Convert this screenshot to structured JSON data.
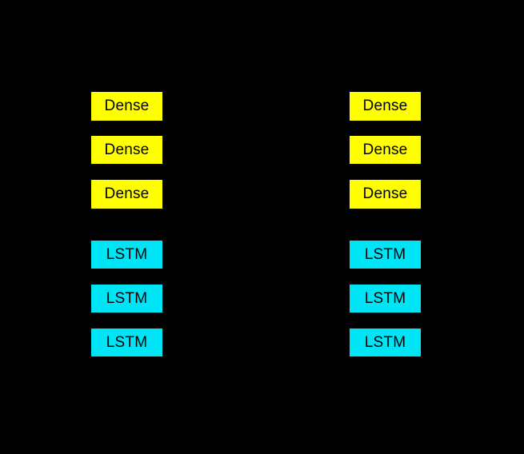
{
  "diagram": {
    "type": "neural-network-layer-stack",
    "background_color": "#000000",
    "box_text_color": "#000000",
    "layer_colors": {
      "dense": "#FFFF00",
      "lstm": "#00E5F5"
    },
    "columns": [
      {
        "name": "left-network",
        "layers": [
          {
            "label": "Dense",
            "type": "dense"
          },
          {
            "label": "Dense",
            "type": "dense"
          },
          {
            "label": "Dense",
            "type": "dense"
          },
          {
            "label": "LSTM",
            "type": "lstm"
          },
          {
            "label": "LSTM",
            "type": "lstm"
          },
          {
            "label": "LSTM",
            "type": "lstm"
          }
        ]
      },
      {
        "name": "right-network",
        "layers": [
          {
            "label": "Dense",
            "type": "dense"
          },
          {
            "label": "Dense",
            "type": "dense"
          },
          {
            "label": "Dense",
            "type": "dense"
          },
          {
            "label": "LSTM",
            "type": "lstm"
          },
          {
            "label": "LSTM",
            "type": "lstm"
          },
          {
            "label": "LSTM",
            "type": "lstm"
          }
        ]
      }
    ]
  }
}
